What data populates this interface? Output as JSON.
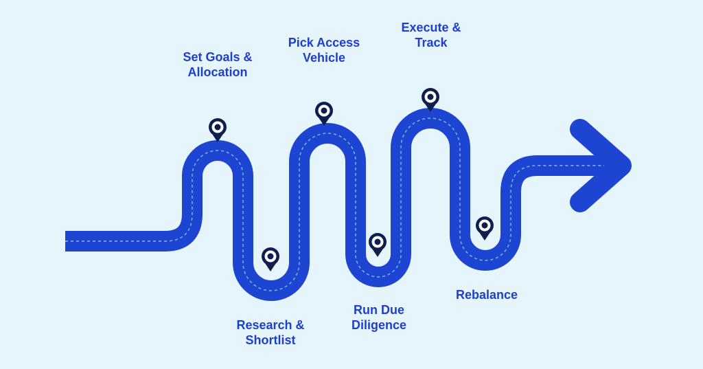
{
  "colors": {
    "background": "#e6f4fb",
    "road": "#1e45d2",
    "road_center_dash": "#7ec3ee",
    "pin": "#0e1f4d",
    "label": "#1d3fd0"
  },
  "steps": [
    {
      "line1": "Set Goals &",
      "line2": "Allocation",
      "position": "top"
    },
    {
      "line1": "Research &",
      "line2": "Shortlist",
      "position": "bottom"
    },
    {
      "line1": "Pick Access",
      "line2": "Vehicle",
      "position": "top"
    },
    {
      "line1": "Run Due",
      "line2": "Diligence",
      "position": "bottom"
    },
    {
      "line1": "Execute &",
      "line2": "Track",
      "position": "top"
    },
    {
      "line1": "Rebalance",
      "line2": "",
      "position": "bottom"
    }
  ],
  "icons": {
    "pin": "location-pin-icon",
    "arrow": "arrow-right-icon"
  }
}
